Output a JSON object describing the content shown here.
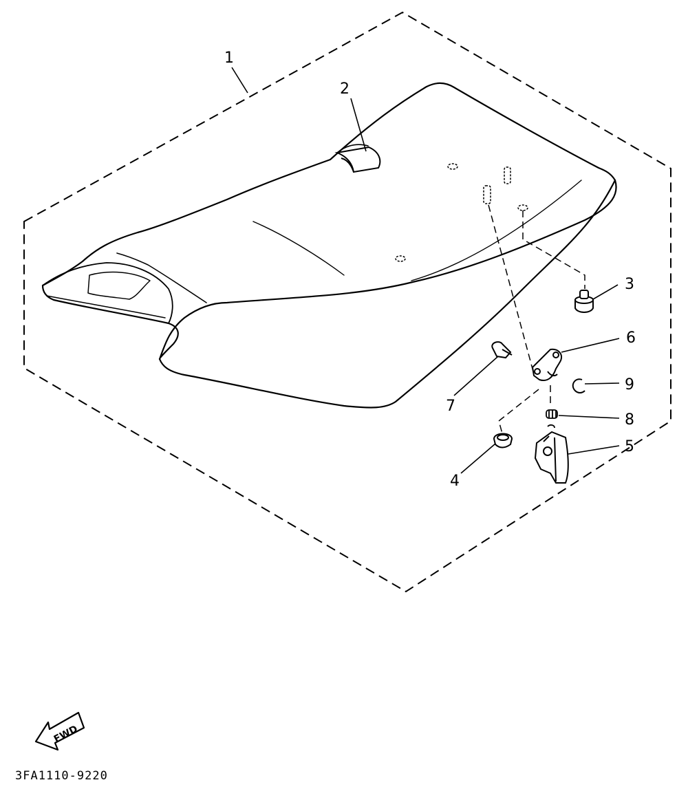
{
  "callouts": [
    {
      "id": "1",
      "text": "1"
    },
    {
      "id": "2",
      "text": "2"
    },
    {
      "id": "3",
      "text": "3"
    },
    {
      "id": "4",
      "text": "4"
    },
    {
      "id": "5",
      "text": "5"
    },
    {
      "id": "6",
      "text": "6"
    },
    {
      "id": "7",
      "text": "7"
    },
    {
      "id": "8",
      "text": "8"
    },
    {
      "id": "9",
      "text": "9"
    }
  ],
  "direction_arrow": {
    "text": "FWD"
  },
  "drawing_code": "3FA1110-9220",
  "colors": {
    "line": "#000000",
    "background": "#ffffff"
  }
}
